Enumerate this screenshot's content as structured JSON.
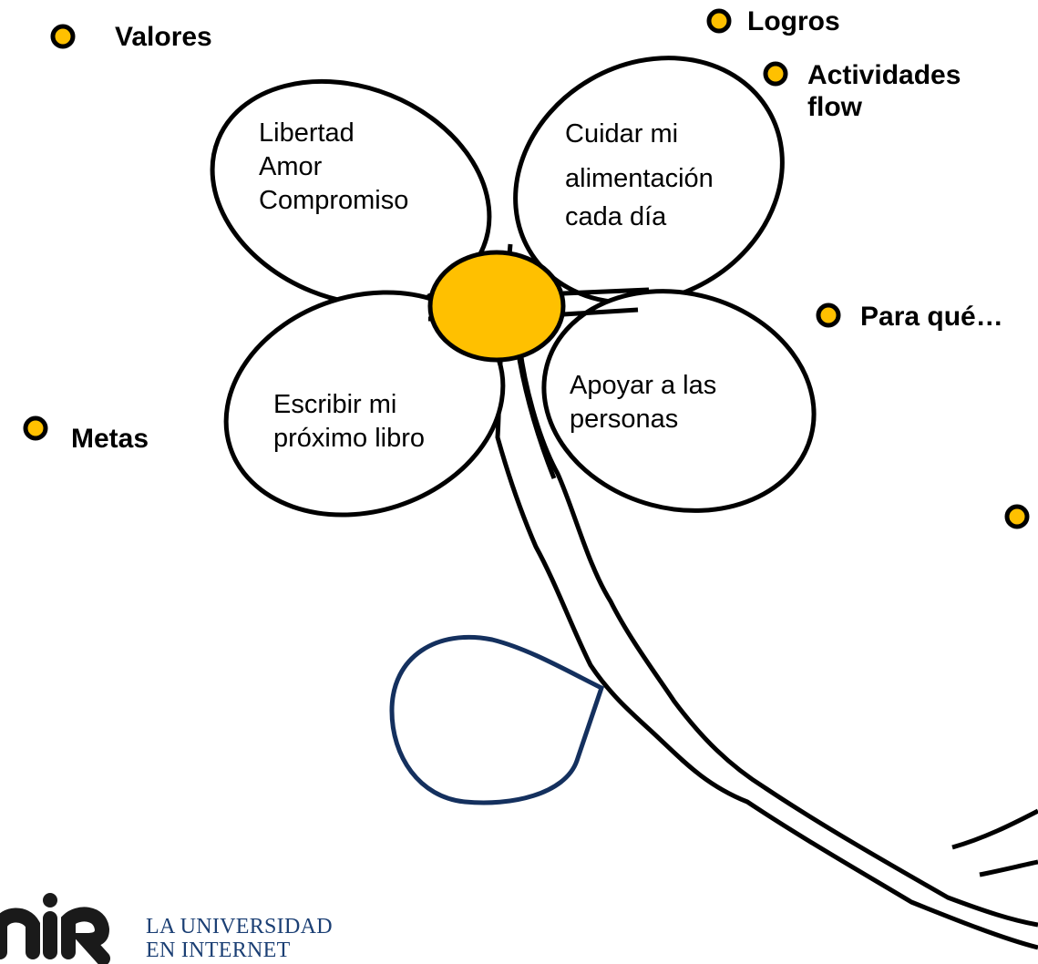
{
  "markers": {
    "valores": "Valores",
    "logros": "Logros",
    "actividades_flow": [
      "Actividades",
      "flow"
    ],
    "para_que": "Para qué…",
    "metas": "Metas"
  },
  "petals": {
    "top_left": [
      "Libertad",
      "Amor",
      "Compromiso"
    ],
    "top_right": [
      "Cuidar mi",
      "alimentación",
      "cada día"
    ],
    "bottom_left": [
      "Escribir mi",
      "próximo libro"
    ],
    "bottom_right": [
      "Apoyar a las",
      "personas"
    ]
  },
  "logo": {
    "mark": "nir",
    "tagline": [
      "LA UNIVERSIDAD",
      "EN INTERNET"
    ]
  },
  "colors": {
    "marker_fill": "#FFC000",
    "center_fill": "#FFC000",
    "leaf_stroke": "#14305e",
    "brand": "#1b3f74"
  }
}
